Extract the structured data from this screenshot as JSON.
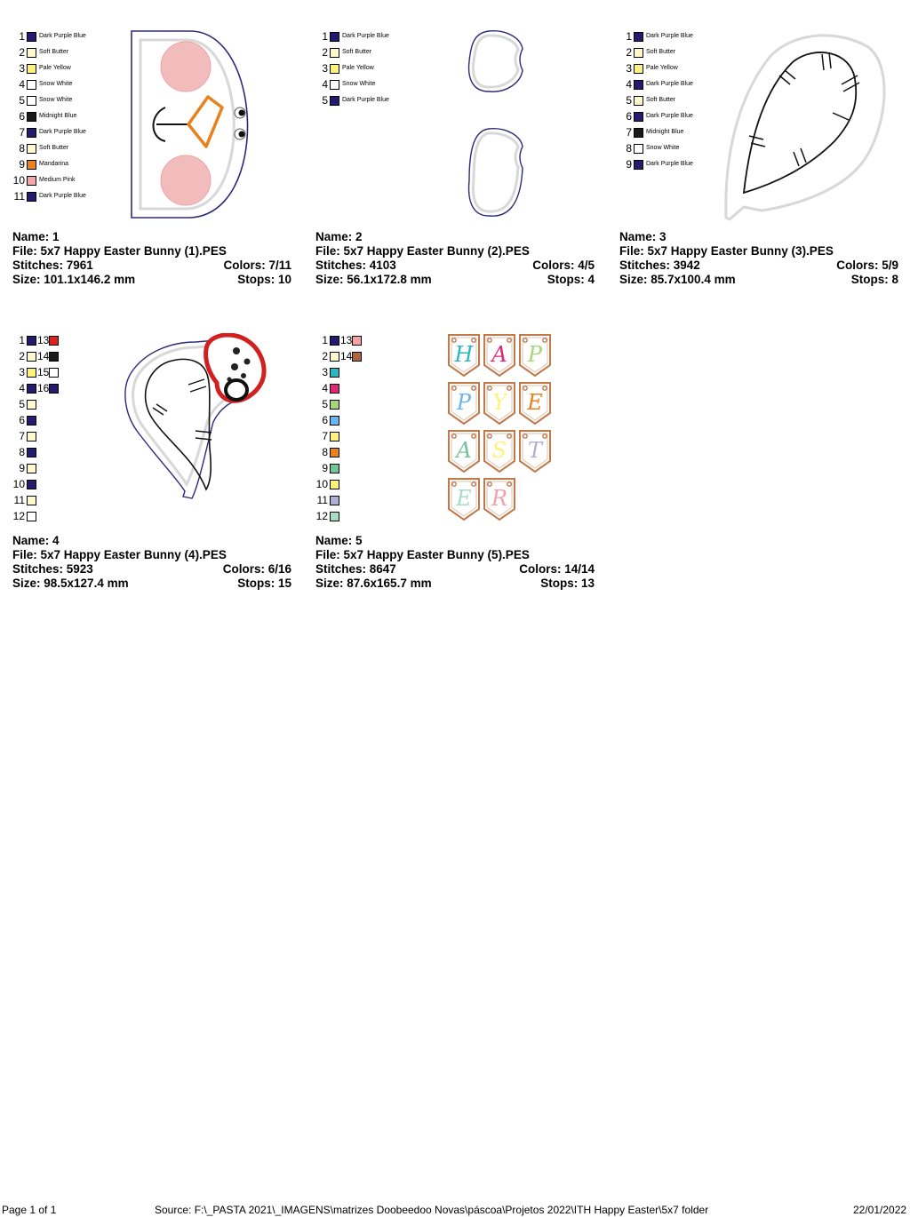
{
  "designs": [
    {
      "name_label": "Name: 1",
      "file_label": "File: 5x7 Happy Easter Bunny (1).PES",
      "stitches_label": "Stitches: 7961",
      "colors_label": "Colors: 7/11",
      "size_label": "Size: 101.1x146.2 mm",
      "stops_label": "Stops: 10",
      "colors": [
        {
          "n": "1",
          "hex": "#241a6e",
          "name": "Dark Purple Blue"
        },
        {
          "n": "2",
          "hex": "#fff8cc",
          "name": "Soft Butter"
        },
        {
          "n": "3",
          "hex": "#fff27a",
          "name": "Pale Yellow"
        },
        {
          "n": "4",
          "hex": "#ffffff",
          "name": "Snow White"
        },
        {
          "n": "5",
          "hex": "#ffffff",
          "name": "Snow White"
        },
        {
          "n": "6",
          "hex": "#1a1a1a",
          "name": "Midnight Blue"
        },
        {
          "n": "7",
          "hex": "#241a6e",
          "name": "Dark Purple Blue"
        },
        {
          "n": "8",
          "hex": "#fff8cc",
          "name": "Soft Butter"
        },
        {
          "n": "9",
          "hex": "#e8821e",
          "name": "Mandarina"
        },
        {
          "n": "10",
          "hex": "#f2a7a7",
          "name": "Medium Pink"
        },
        {
          "n": "11",
          "hex": "#241a6e",
          "name": "Dark Purple Blue"
        }
      ]
    },
    {
      "name_label": "Name: 2",
      "file_label": "File: 5x7 Happy Easter Bunny (2).PES",
      "stitches_label": "Stitches: 4103",
      "colors_label": "Colors: 4/5",
      "size_label": "Size: 56.1x172.8 mm",
      "stops_label": "Stops: 4",
      "colors": [
        {
          "n": "1",
          "hex": "#241a6e",
          "name": "Dark Purple Blue"
        },
        {
          "n": "2",
          "hex": "#fff8cc",
          "name": "Soft Butter"
        },
        {
          "n": "3",
          "hex": "#fff27a",
          "name": "Pale Yellow"
        },
        {
          "n": "4",
          "hex": "#ffffff",
          "name": "Snow White"
        },
        {
          "n": "5",
          "hex": "#241a6e",
          "name": "Dark Purple Blue"
        }
      ]
    },
    {
      "name_label": "Name: 3",
      "file_label": "File: 5x7 Happy Easter Bunny (3).PES",
      "stitches_label": "Stitches: 3942",
      "colors_label": "Colors: 5/9",
      "size_label": "Size: 85.7x100.4 mm",
      "stops_label": "Stops: 8",
      "colors": [
        {
          "n": "1",
          "hex": "#241a6e",
          "name": "Dark Purple Blue"
        },
        {
          "n": "2",
          "hex": "#fff8cc",
          "name": "Soft Butter"
        },
        {
          "n": "3",
          "hex": "#fff27a",
          "name": "Pale Yellow"
        },
        {
          "n": "4",
          "hex": "#241a6e",
          "name": "Dark Purple Blue"
        },
        {
          "n": "5",
          "hex": "#fff8cc",
          "name": "Soft Butter"
        },
        {
          "n": "6",
          "hex": "#241a6e",
          "name": "Dark Purple Blue"
        },
        {
          "n": "7",
          "hex": "#1a1a1a",
          "name": "Midnight Blue"
        },
        {
          "n": "8",
          "hex": "#ffffff",
          "name": "Snow White"
        },
        {
          "n": "9",
          "hex": "#241a6e",
          "name": "Dark Purple Blue"
        }
      ]
    },
    {
      "name_label": "Name: 4",
      "file_label": "File: 5x7 Happy Easter Bunny (4).PES",
      "stitches_label": "Stitches: 5923",
      "colors_label": "Colors: 6/16",
      "size_label": "Size: 98.5x127.4 mm",
      "stops_label": "Stops: 15",
      "colors": [
        {
          "n": "1",
          "hex": "#241a6e",
          "n2": "13",
          "hex2": "#e02020"
        },
        {
          "n": "2",
          "hex": "#fff8cc",
          "n2": "14",
          "hex2": "#1a1a1a"
        },
        {
          "n": "3",
          "hex": "#fff27a",
          "n2": "15",
          "hex2": "#ffffff"
        },
        {
          "n": "4",
          "hex": "#241a6e",
          "n2": "16",
          "hex2": "#241a6e"
        },
        {
          "n": "5",
          "hex": "#fff8cc"
        },
        {
          "n": "6",
          "hex": "#241a6e"
        },
        {
          "n": "7",
          "hex": "#fff8cc"
        },
        {
          "n": "8",
          "hex": "#241a6e"
        },
        {
          "n": "9",
          "hex": "#fff8cc"
        },
        {
          "n": "10",
          "hex": "#241a6e"
        },
        {
          "n": "11",
          "hex": "#fff8cc"
        },
        {
          "n": "12",
          "hex": "#ffffff"
        }
      ]
    },
    {
      "name_label": "Name: 5",
      "file_label": "File: 5x7 Happy Easter Bunny (5).PES",
      "stitches_label": "Stitches: 8647",
      "colors_label": "Colors: 14/14",
      "size_label": "Size: 87.6x165.7 mm",
      "stops_label": "Stops: 13",
      "colors": [
        {
          "n": "1",
          "hex": "#241a6e",
          "n2": "13",
          "hex2": "#f4a0a8"
        },
        {
          "n": "2",
          "hex": "#fff8cc",
          "n2": "14",
          "hex2": "#b0643c"
        },
        {
          "n": "3",
          "hex": "#2bb7c2"
        },
        {
          "n": "4",
          "hex": "#e0287a"
        },
        {
          "n": "5",
          "hex": "#a8d47a"
        },
        {
          "n": "6",
          "hex": "#6ab4f0"
        },
        {
          "n": "7",
          "hex": "#fff27a"
        },
        {
          "n": "8",
          "hex": "#e8821e"
        },
        {
          "n": "9",
          "hex": "#72c49a"
        },
        {
          "n": "10",
          "hex": "#fff27a"
        },
        {
          "n": "11",
          "hex": "#b0aed4"
        },
        {
          "n": "12",
          "hex": "#a8dcc8"
        }
      ],
      "banner_letters": [
        "H",
        "A",
        "P",
        "P",
        "Y",
        "E",
        "A",
        "S",
        "T",
        "E",
        "R"
      ],
      "banner_letter_colors": [
        "#2bb7c2",
        "#e0287a",
        "#a8d47a",
        "#6ab4f0",
        "#fff27a",
        "#e8821e",
        "#72c49a",
        "#fff27a",
        "#b0aed4",
        "#a8dcc8",
        "#f4a0a8"
      ]
    }
  ],
  "footer": {
    "page": "Page 1 of 1",
    "source": "Source: F:\\_PASTA 2021\\_IMAGENS\\matrizes Doobeedoo Novas\\páscoa\\Projetos 2022\\ITH Happy Easter\\5x7 folder",
    "date": "22/01/2022"
  }
}
